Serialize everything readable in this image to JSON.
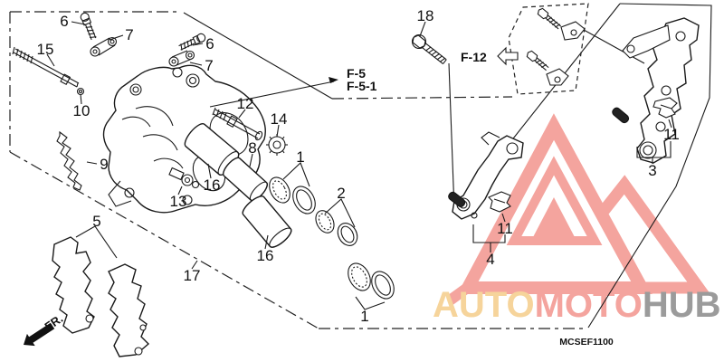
{
  "diagram": {
    "code": "MCSEF1100",
    "frame_label": "FR.",
    "references": {
      "f5": {
        "line1": "F-5",
        "line2": "F-5-1"
      },
      "f12": {
        "label": "F-12"
      }
    },
    "callouts": [
      {
        "label": "6"
      },
      {
        "label": "7"
      },
      {
        "label": "15"
      },
      {
        "label": "10"
      },
      {
        "label": "6"
      },
      {
        "label": "7"
      },
      {
        "label": "9"
      },
      {
        "label": "13"
      },
      {
        "label": "16"
      },
      {
        "label": "8"
      },
      {
        "label": "12"
      },
      {
        "label": "14"
      },
      {
        "label": "1"
      },
      {
        "label": "2"
      },
      {
        "label": "16"
      },
      {
        "label": "5"
      },
      {
        "label": "17"
      },
      {
        "label": "1"
      },
      {
        "label": "18"
      },
      {
        "label": "11"
      },
      {
        "label": "4"
      },
      {
        "label": "11"
      },
      {
        "label": "3"
      }
    ]
  },
  "watermark": {
    "logo_color": "#f4a49e",
    "brand": [
      {
        "text": "AUTO",
        "color": "#f6d49b"
      },
      {
        "text": "MOTO",
        "color": "#f4a49e"
      },
      {
        "text": "HUB",
        "color": "#9b9b9b"
      }
    ]
  }
}
